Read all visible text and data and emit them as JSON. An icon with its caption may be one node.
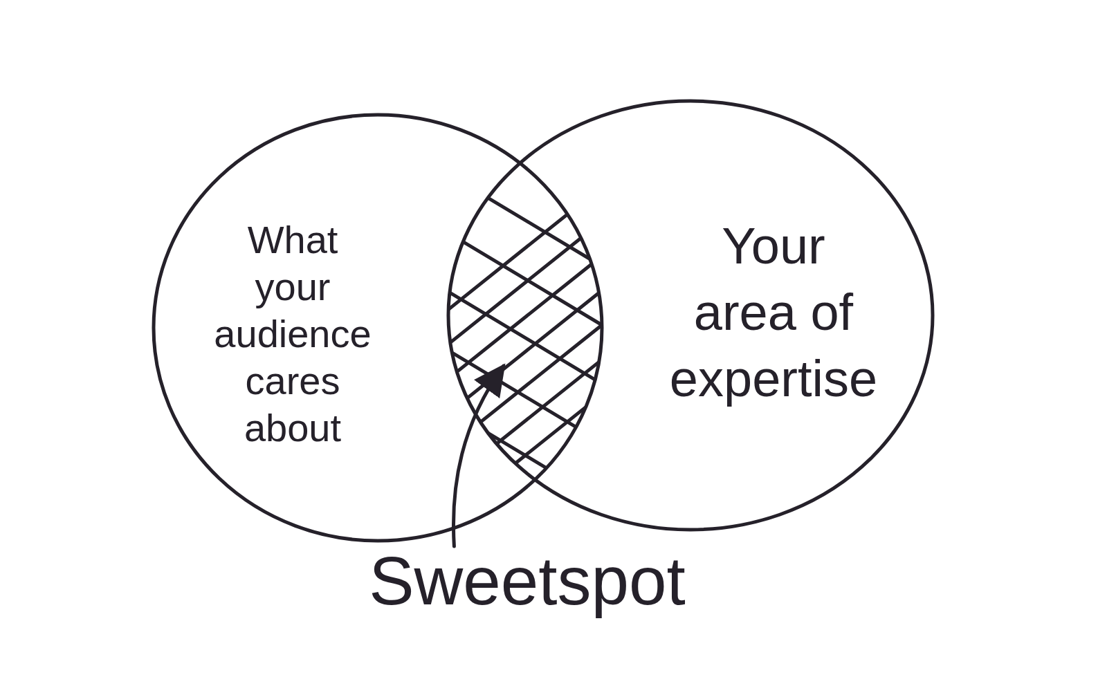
{
  "diagram": {
    "nodes": [
      {
        "text": [
          "What your audience cares about"
        ]
      },
      {
        "text": [
          "Your area of expertise"
        ]
      },
      {
        "text": [
          "Sweetspot"
        ]
      },
      {
        "text": [],
        "shape": "lens"
      }
    ],
    "edges": [
      {
        "from": 2,
        "to": 3,
        "arrow": "to"
      }
    ]
  }
}
